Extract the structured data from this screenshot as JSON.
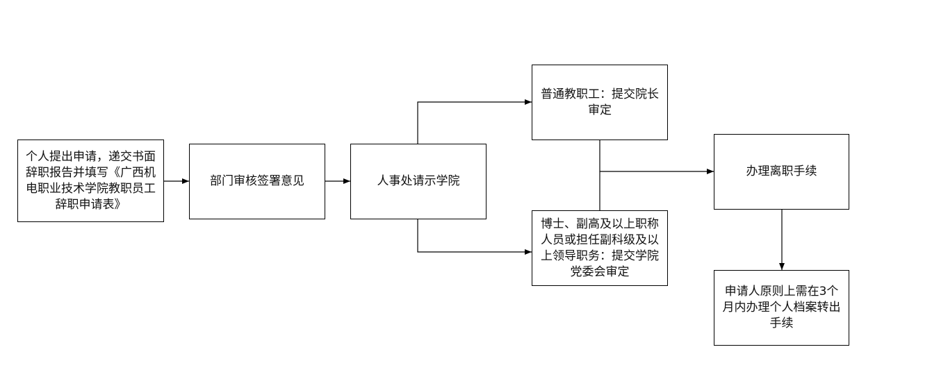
{
  "flowchart": {
    "nodes": [
      {
        "id": "b1",
        "text": "个人提出申请，递交书面辞职报告并填写《广西机电职业技术学院教职员工辞职申请表》"
      },
      {
        "id": "b2",
        "text": "部门审核签署意见"
      },
      {
        "id": "b3",
        "text": "人事处请示学院"
      },
      {
        "id": "b4",
        "text": "普通教职工：提交院长审定"
      },
      {
        "id": "b5",
        "text": "博士、副高及以上职称人员或担任副科级及以上领导职务：提交学院党委会审定"
      },
      {
        "id": "b6",
        "text": "办理离职手续"
      },
      {
        "id": "b7",
        "text": "申请人原则上需在3个月内办理个人档案转出手续"
      }
    ],
    "edges": [
      {
        "from": "b1",
        "to": "b2"
      },
      {
        "from": "b2",
        "to": "b3"
      },
      {
        "from": "b3",
        "to": "b4"
      },
      {
        "from": "b3",
        "to": "b5"
      },
      {
        "from": "b4",
        "to": "b6"
      },
      {
        "from": "b5",
        "to": "b6"
      },
      {
        "from": "b6",
        "to": "b7"
      }
    ]
  }
}
